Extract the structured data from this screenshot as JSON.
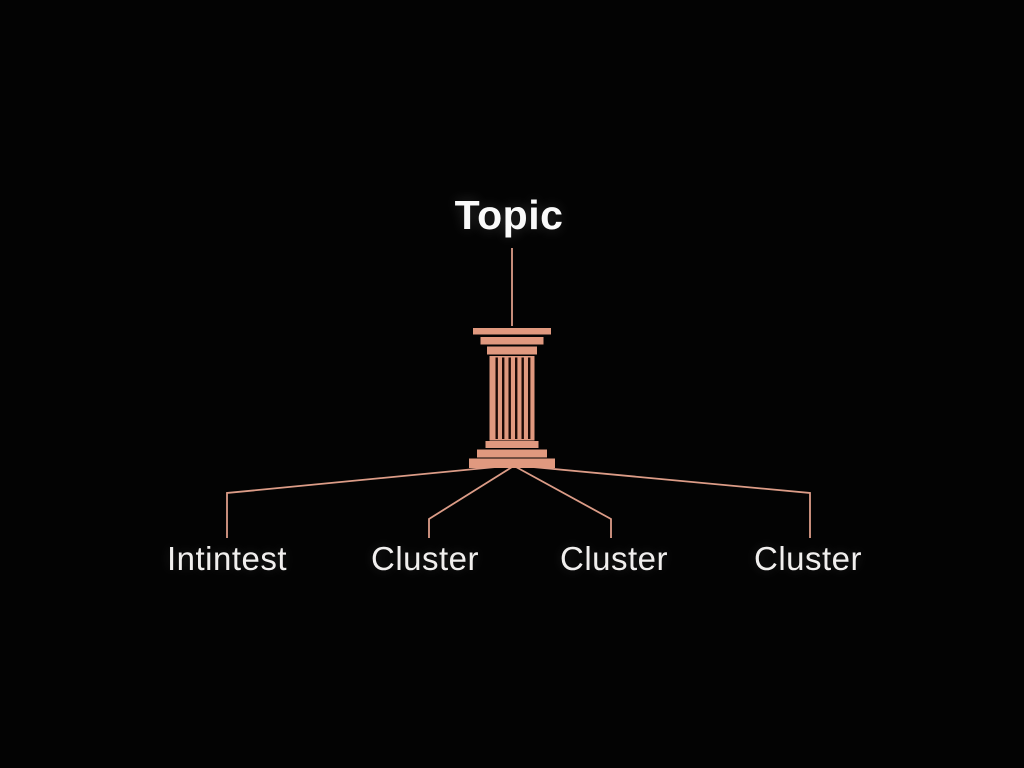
{
  "diagram": {
    "root": {
      "label": "Topic"
    },
    "children": [
      {
        "label": "Intintest"
      },
      {
        "label": "Cluster"
      },
      {
        "label": "Cluster"
      },
      {
        "label": "Cluster"
      }
    ],
    "icon": {
      "name": "greek-column-icon"
    },
    "colors": {
      "background": "#030303",
      "line": "#dc9c87",
      "column_fill": "#e0997f",
      "column_flute": "#1c0a06",
      "root_text": "#fafafa",
      "child_text": "#f1efee"
    }
  }
}
